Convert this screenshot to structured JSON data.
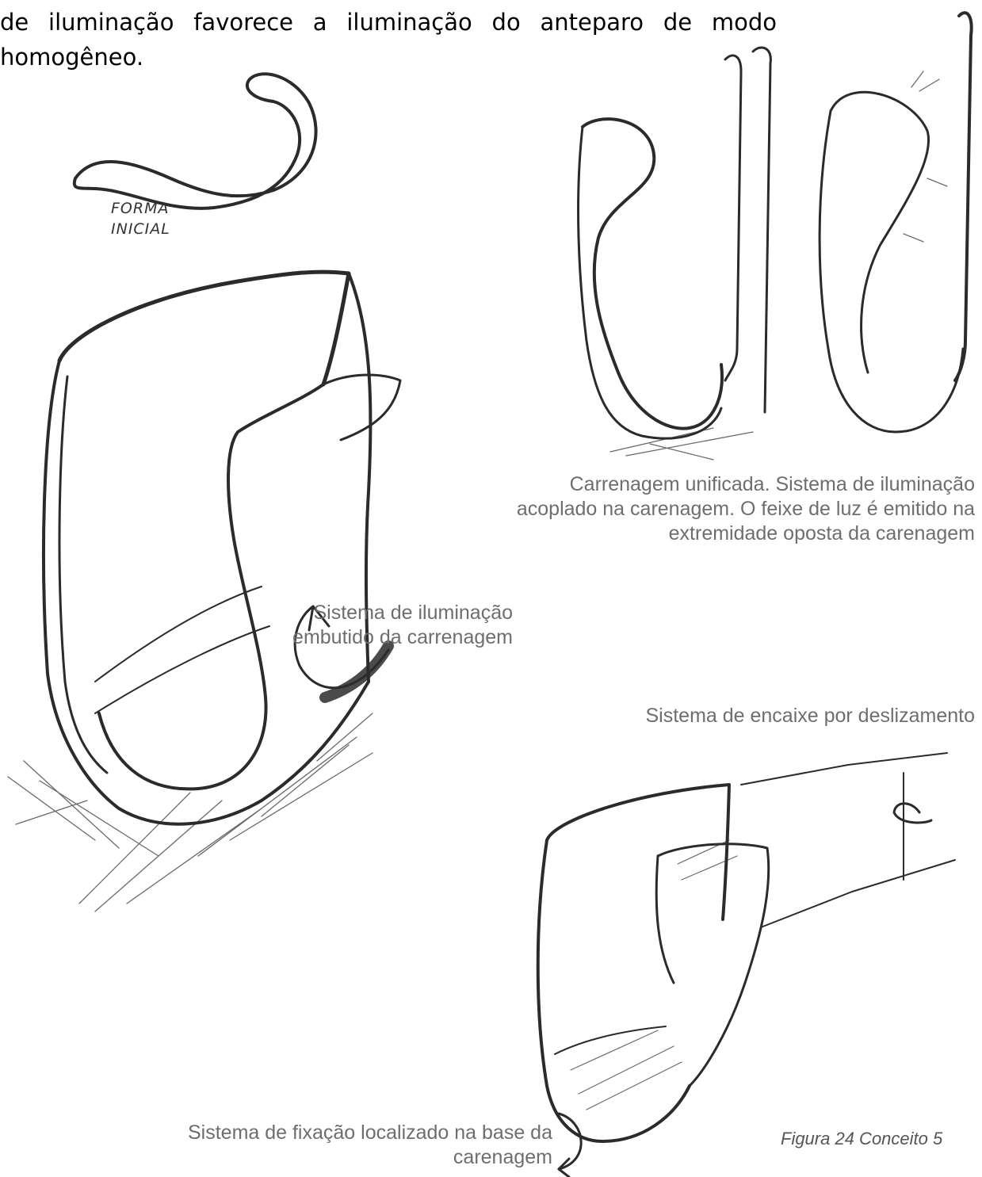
{
  "body_text": "de iluminação favorece a iluminação do anteparo de modo homogêneo.",
  "sketch_labels": {
    "line1": "FORMA",
    "line2": "INICIAL"
  },
  "captions": {
    "carrenagem_unificada": "Carrenagem unificada. Sistema de iluminação acoplado na carenagem. O feixe de luz é emitido na extremidade oposta da carenagem",
    "sistema_iluminacao": "Sistema de iluminação embutido da carrenagem",
    "sistema_encaixe": "Sistema de encaixe por deslizamento",
    "sistema_fixacao": "Sistema de fixação localizado na base da carenagem"
  },
  "figure_caption": "Figura 24 Conceito 5",
  "colors": {
    "caption_gray": "#6e6e6e",
    "sketch_stroke": "#2b2b2b"
  }
}
